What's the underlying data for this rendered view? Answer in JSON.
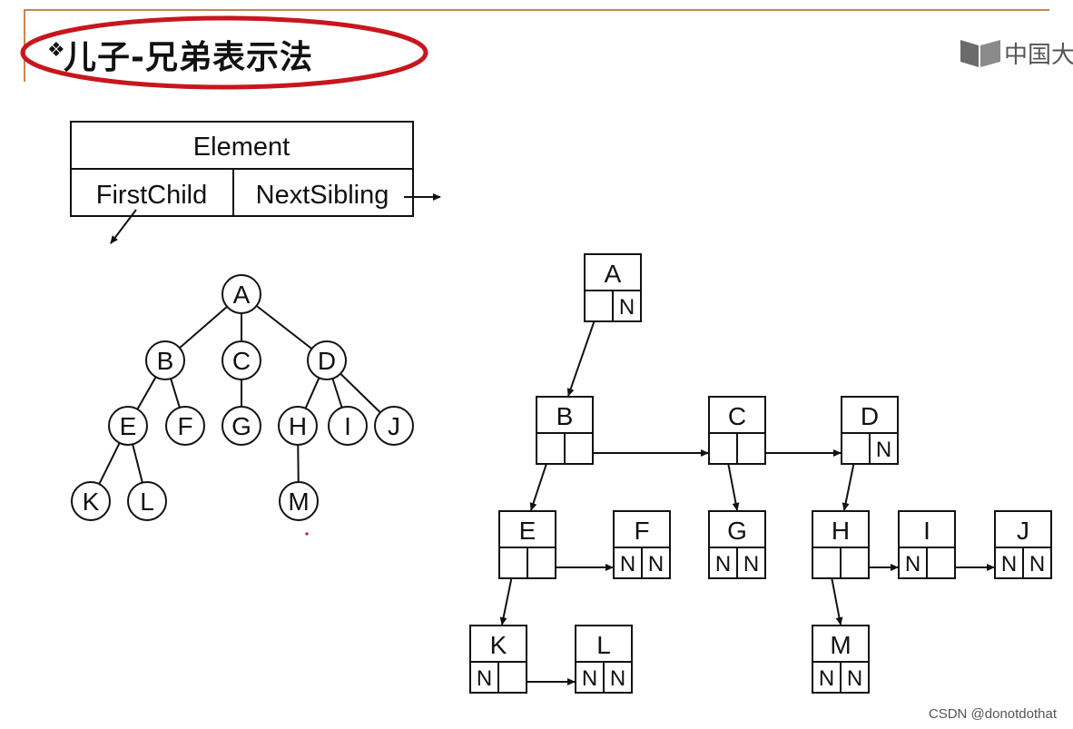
{
  "title": "儿子-兄弟表示法",
  "logo_text": "中国大",
  "watermark": "CSDN @donotdothat",
  "legend": {
    "element": "Element",
    "first_child": "FirstChild",
    "next_sibling": "NextSibling"
  },
  "tree": {
    "nodes": [
      "A",
      "B",
      "C",
      "D",
      "E",
      "F",
      "G",
      "H",
      "I",
      "J",
      "K",
      "L",
      "M"
    ]
  },
  "null_marker": "N",
  "linked": {
    "nodes": [
      "A",
      "B",
      "C",
      "D",
      "E",
      "F",
      "G",
      "H",
      "I",
      "J",
      "K",
      "L",
      "M"
    ]
  }
}
